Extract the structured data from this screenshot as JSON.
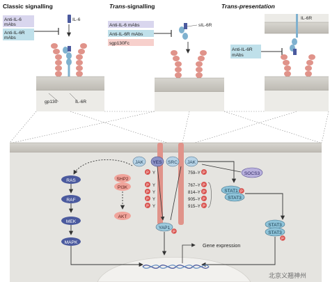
{
  "panels": {
    "classic": "Classic signalling",
    "trans_prefix": "Trans",
    "trans_suffix": "-signalling",
    "trans_pres_prefix": "Trans",
    "trans_pres_suffix": "-presentation"
  },
  "drugs": {
    "anti_il6": "Anti-IL-6\nmAbs",
    "anti_il6r": "Anti-IL-6R\nmAbs",
    "trans_anti_il6": "Anti-IL-6 mAbs",
    "trans_anti_il6r": "Anti-IL-6R mAbs",
    "sgp130fc": "sgp130Fc",
    "pres_anti_il6r": "Anti-IL-6R\nmAbs"
  },
  "labels": {
    "il6": "IL-6",
    "sil6r": "sIL-6R",
    "il6r_top": "IL-6R",
    "gp130": "gp130",
    "il6r": "IL-6R"
  },
  "pathway": {
    "ras": "RAS",
    "raf": "RAF",
    "mek": "MEK",
    "mapk": "MAPK",
    "shp2": "SHP2",
    "pi3k": "PI3K",
    "akt": "AKT",
    "jak_left": "JAK",
    "yes": "YES",
    "src": "SRC",
    "jak_right": "JAK",
    "socs3": "SOCS3",
    "stat1_a": "STAT1",
    "stat3_a": "STAT3",
    "stat3_b": "STAT3",
    "stat3_c": "STAT3",
    "yap1": "YAP1",
    "p": "P",
    "y759": "759–Y",
    "y767": "767–Y",
    "y814": "814–Y",
    "y905": "905–Y",
    "y915": "915–Y",
    "py": "P Y",
    "gene_expression": "Gene expression"
  },
  "watermark": "北京义翘神州",
  "colors": {
    "receptor": "#e0938a",
    "receptor_dark": "#c26f66",
    "il6r_blue": "#7fb1cf",
    "il6_purple": "#4b5a9e",
    "box_purple": "#d9d6ee",
    "box_blue": "#bfe0ea",
    "box_pink": "#f7d0cc",
    "mapk_node": "#4b5a9e",
    "pi3k_node": "#f0a49b",
    "jak_node": "#b7d3e6",
    "stat_node": "#8ec3d9",
    "socs3_node": "#b9b1dd",
    "yap1_node": "#9cc9dc",
    "phospho": "#d9534f",
    "cell": "#e5e4e0",
    "nucleus": "#efefec"
  }
}
